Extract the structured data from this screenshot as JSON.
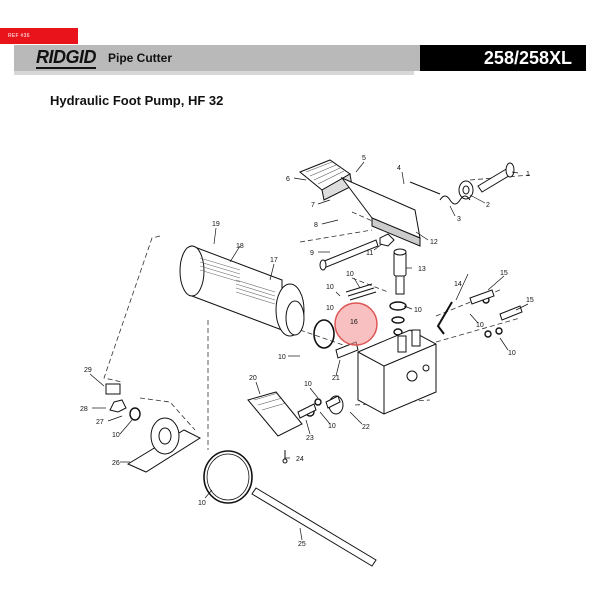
{
  "header": {
    "ref_tag": "REF #36",
    "brand": "RIDGID",
    "product": "Pipe Cutter",
    "model": "258/258XL"
  },
  "page_title": "Hydraulic Foot Pump, HF 32",
  "callouts": {
    "n1": "1",
    "n2": "2",
    "n3": "3",
    "n4": "4",
    "n5": "5",
    "n6": "6",
    "n7": "7",
    "n8": "8",
    "n9": "9",
    "n10": "10",
    "n11": "11",
    "n12": "12",
    "n13": "13",
    "n14": "14",
    "n15": "15",
    "n16": "16",
    "n17": "17",
    "n18": "18",
    "n19": "19",
    "n20": "20",
    "n21": "21",
    "n22": "22",
    "n23": "23",
    "n24": "24",
    "n25": "25",
    "n26": "26",
    "n27": "27",
    "n28": "28",
    "n29": "29"
  },
  "highlight_color": "#f28c8c",
  "brand_color": "#e8131b"
}
